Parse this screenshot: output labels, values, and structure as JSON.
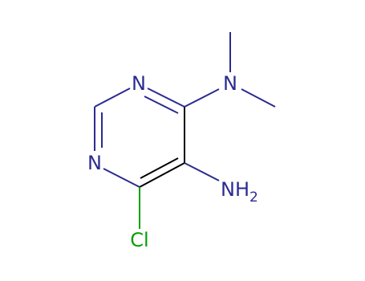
{
  "molecule": {
    "colors": {
      "nitrogen": "#2b2b90",
      "chlorine": "#00a000",
      "carbon": "#000000",
      "background": "#ffffff"
    },
    "labels": {
      "n_ring_top": "N",
      "n_ring_left": "N",
      "n_dimethyl": "N",
      "amine_nh": "NH",
      "amine_subscript": "2",
      "chlorine": "Cl"
    }
  }
}
